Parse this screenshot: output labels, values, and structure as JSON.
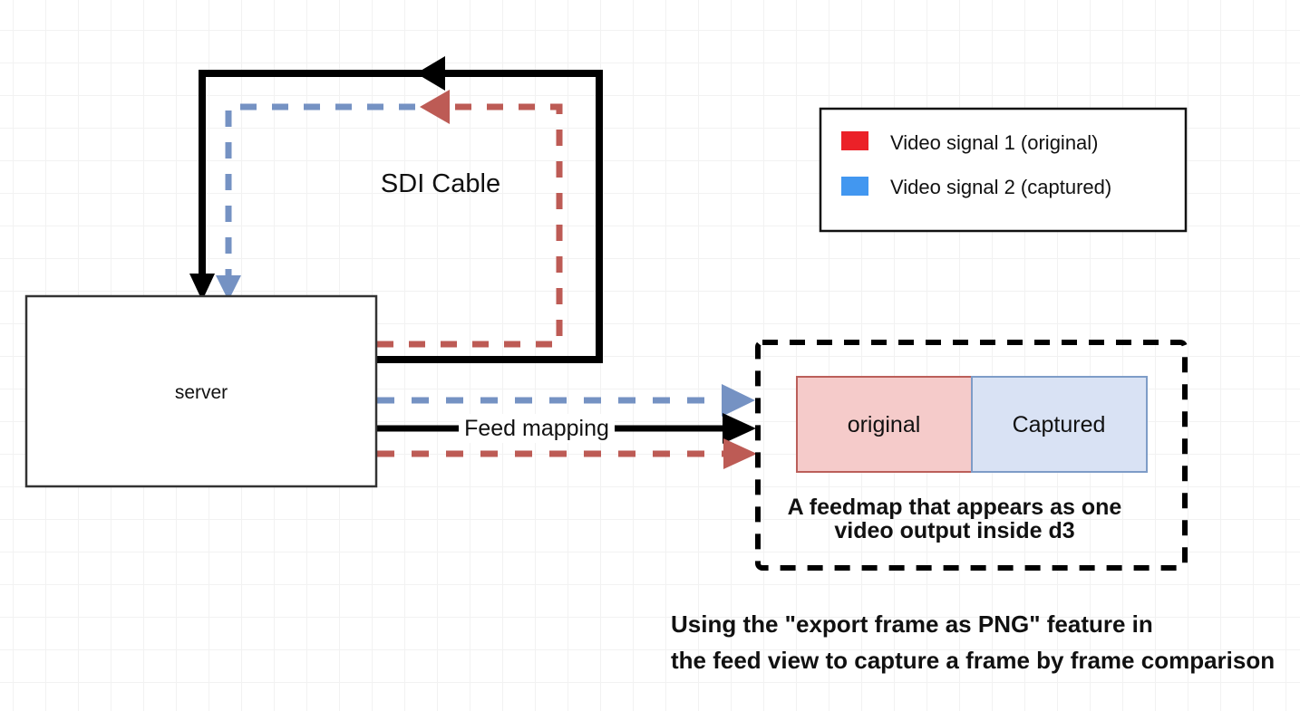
{
  "server": {
    "label": "server"
  },
  "labels": {
    "sdi_cable": "SDI Cable",
    "feed_mapping": "Feed mapping"
  },
  "legend": {
    "items": [
      {
        "label": "Video signal 1 (original)",
        "color": "#EB2128"
      },
      {
        "label": "Video signal 2 (captured)",
        "color": "#4297F0"
      }
    ]
  },
  "feedmap": {
    "original": "original",
    "captured": "Captured",
    "caption_line1": "A feedmap that appears as one",
    "caption_line2": "video output inside d3"
  },
  "bottom_caption": {
    "line1": "Using the \"export frame as PNG\" feature in",
    "line2": "the feed view to capture a frame by frame comparison"
  },
  "colors": {
    "black_line": "#000000",
    "blue_line": "#7592C3",
    "red_line": "#BD5B55",
    "box_stroke": "#333333",
    "legend_stroke": "#111111",
    "original_fill": "#F5CBCA",
    "original_stroke": "#BB5F5A",
    "captured_fill": "#D9E2F4",
    "captured_stroke": "#7E9CC7",
    "grid": "#f2f2f2",
    "background": "#ffffff",
    "text": "#111111"
  }
}
